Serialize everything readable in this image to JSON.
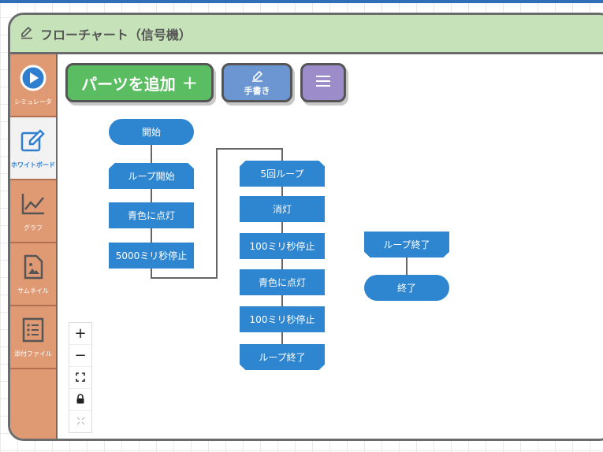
{
  "window": {
    "title": "フローチャート（信号機）"
  },
  "sidebar": {
    "items": [
      {
        "label": "シミュレータ",
        "icon": "play-circle-icon"
      },
      {
        "label": "ホワイトボード",
        "icon": "edit-icon"
      },
      {
        "label": "グラフ",
        "icon": "line-chart-icon"
      },
      {
        "label": "サムネイル",
        "icon": "image-file-icon"
      },
      {
        "label": "添付ファイル",
        "icon": "list-file-icon"
      }
    ]
  },
  "toolbar": {
    "add_parts_label": "パーツを追加",
    "add_parts_plus": "+",
    "handwrite_label": "手書き",
    "menu_icon": "hamburger-menu-icon"
  },
  "zoom_controls": {
    "zoom_in": "+",
    "zoom_out": "−"
  },
  "flowchart": {
    "nodes": [
      {
        "id": "start",
        "label": "開始"
      },
      {
        "id": "loop1_start",
        "label": "ループ開始"
      },
      {
        "id": "blue_on_1",
        "label": "青色に点灯"
      },
      {
        "id": "wait_5000",
        "label": "5000ミリ秒停止"
      },
      {
        "id": "loop5_start",
        "label": "5回ループ"
      },
      {
        "id": "light_off",
        "label": "消灯"
      },
      {
        "id": "wait_100_a",
        "label": "100ミリ秒停止"
      },
      {
        "id": "blue_on_2",
        "label": "青色に点灯"
      },
      {
        "id": "wait_100_b",
        "label": "100ミリ秒停止"
      },
      {
        "id": "loop5_end",
        "label": "ループ終了"
      },
      {
        "id": "loop1_end",
        "label": "ループ終了"
      },
      {
        "id": "end",
        "label": "終了"
      }
    ]
  },
  "colors": {
    "titlebar": "#c6e2b8",
    "sidebar": "#e09a73",
    "node": "#2f86d0",
    "add_button": "#5bbd62",
    "handwrite_button": "#6b96d1",
    "menu_button": "#9c8cc9"
  }
}
